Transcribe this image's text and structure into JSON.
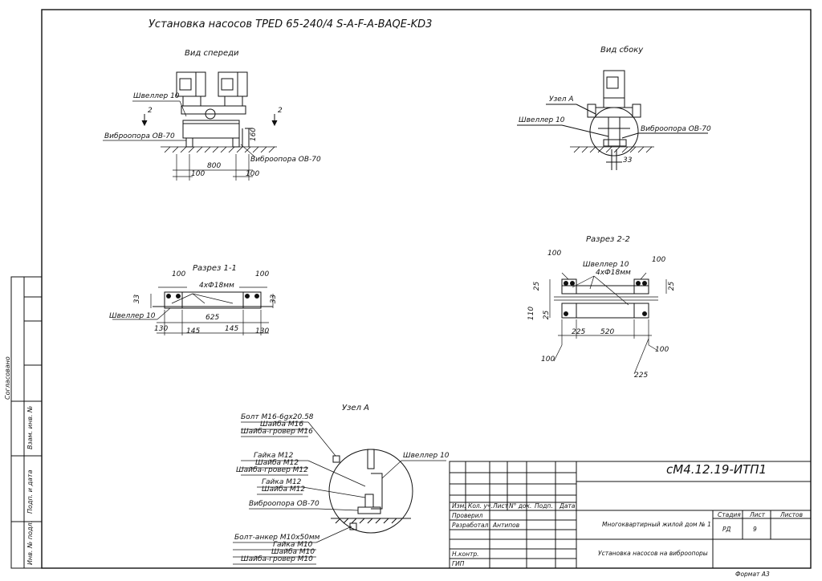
{
  "drawing_title": "Установка насосов TPED 65-240/4 S-A-F-A-BAQE-KD3",
  "views": {
    "front": "Вид спереди",
    "side": "Вид сбоку",
    "section11": "Разрез 1-1",
    "section22": "Разрез 2-2",
    "nodeA": "Узел А"
  },
  "labels": {
    "channel10": "Швеллер 10",
    "vibro": "Виброопора ОВ-70",
    "nodeA_ref": "Узел А",
    "holes": "4хФ18мм",
    "section_mark": "2"
  },
  "dims": {
    "d100": "100",
    "d800": "800",
    "d160": "160",
    "d33": "33",
    "d625": "625",
    "d130": "130",
    "d145": "145",
    "d520": "520",
    "d225": "225",
    "d25": "25",
    "d110": "110"
  },
  "node_parts": [
    "Болт М16-6gх20.58",
    "Шайба М16",
    "Шайба-гровер М16",
    "Гайка М12",
    "Шайба М12",
    "Шайба-гровер М12",
    "Гайка М12",
    "Шайба М12",
    "Виброопора ОВ-70",
    "Болт-анкер М10х50мм",
    "Гайка М10",
    "Шайба М10",
    "Шайба-гровер М10"
  ],
  "side_stamp": {
    "agreed": "Согласовано",
    "inv_sub": "Взам. инв. №",
    "sign_date": "Подп. и дата",
    "inv_orig": "Инв. № подл."
  },
  "title_block": {
    "code": "сМ4.12.19-ИТП1",
    "cols": [
      "Изм.",
      "Кол. уч.",
      "Лист",
      "N° док.",
      "Подп.",
      "Дата"
    ],
    "roles": [
      "Проверил",
      "Разработал",
      "Н.контр.",
      "ГИП"
    ],
    "developer": "Антипов",
    "project": "Многоквартирный жилой дом № 1",
    "sheet_title": "Установка насосов на виброопоры",
    "stage_h": "Стадия",
    "sheet_h": "Лист",
    "sheets_h": "Листов",
    "stage": "РД",
    "sheet_no": "9",
    "sheets": ""
  },
  "format": "Формат А3"
}
